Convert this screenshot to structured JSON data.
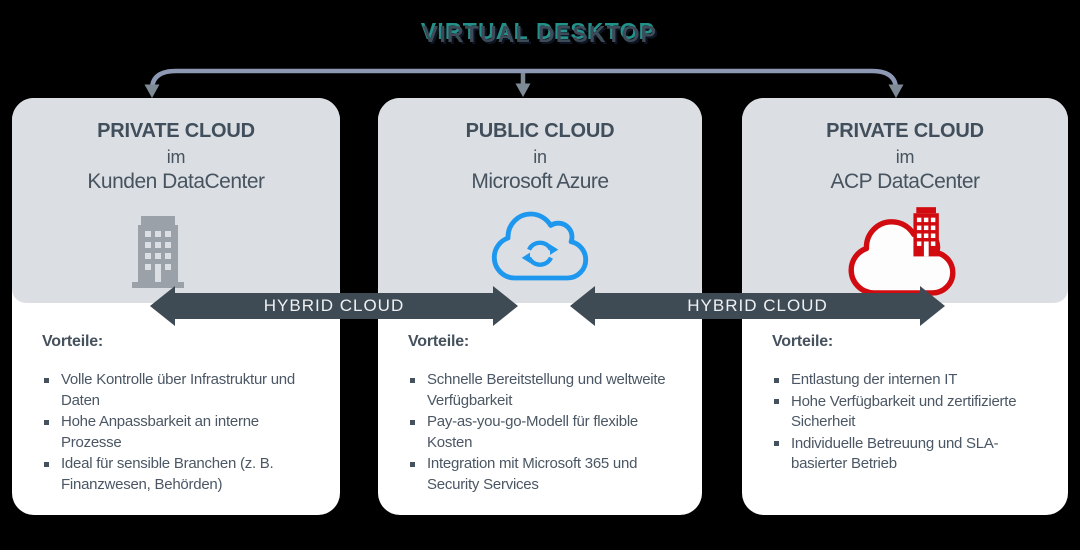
{
  "title": "VIRTUAL DESKTOP",
  "connectors": {
    "hybrid_left_label": "HYBRID CLOUD",
    "hybrid_right_label": "HYBRID CLOUD"
  },
  "cards": [
    {
      "heading": "PRIVATE CLOUD",
      "preposition": "im",
      "location": "Kunden DataCenter",
      "icon": "building-icon",
      "benefits_title": "Vorteile:",
      "benefits": [
        "Volle Kontrolle über Infrastruktur und Daten",
        "Hohe Anpassbarkeit an interne Prozesse",
        "Ideal für sensible Branchen (z. B. Finanzwesen, Behörden)"
      ]
    },
    {
      "heading": "PUBLIC CLOUD",
      "preposition": "in",
      "location": "Microsoft Azure",
      "icon": "cloud-sync-icon",
      "benefits_title": "Vorteile:",
      "benefits": [
        "Schnelle Bereitstellung und weltweite Verfügbarkeit",
        "Pay-as-you-go-Modell für flexible Kosten",
        "Integration mit Microsoft 365 und Security Services"
      ]
    },
    {
      "heading": "PRIVATE CLOUD",
      "preposition": "im",
      "location": "ACP DataCenter",
      "icon": "cloud-building-icon",
      "benefits_title": "Vorteile:",
      "benefits": [
        "Entlastung der internen IT",
        "Hohe Verfügbarkeit und zertifizierte Sicherheit",
        "Individuelle Betreuung und SLA-basierter Betrieb"
      ]
    }
  ],
  "colors": {
    "background": "#000000",
    "card_header": "#dbdfe3",
    "card_body": "#ffffff",
    "text_dark": "#45515d",
    "arrow_dark": "#3e4a54",
    "azure_blue": "#1e97ee",
    "acp_red": "#d20b11",
    "bracket_line": "#8d99b4",
    "title_shadow_teal": "#2aa9a2"
  }
}
